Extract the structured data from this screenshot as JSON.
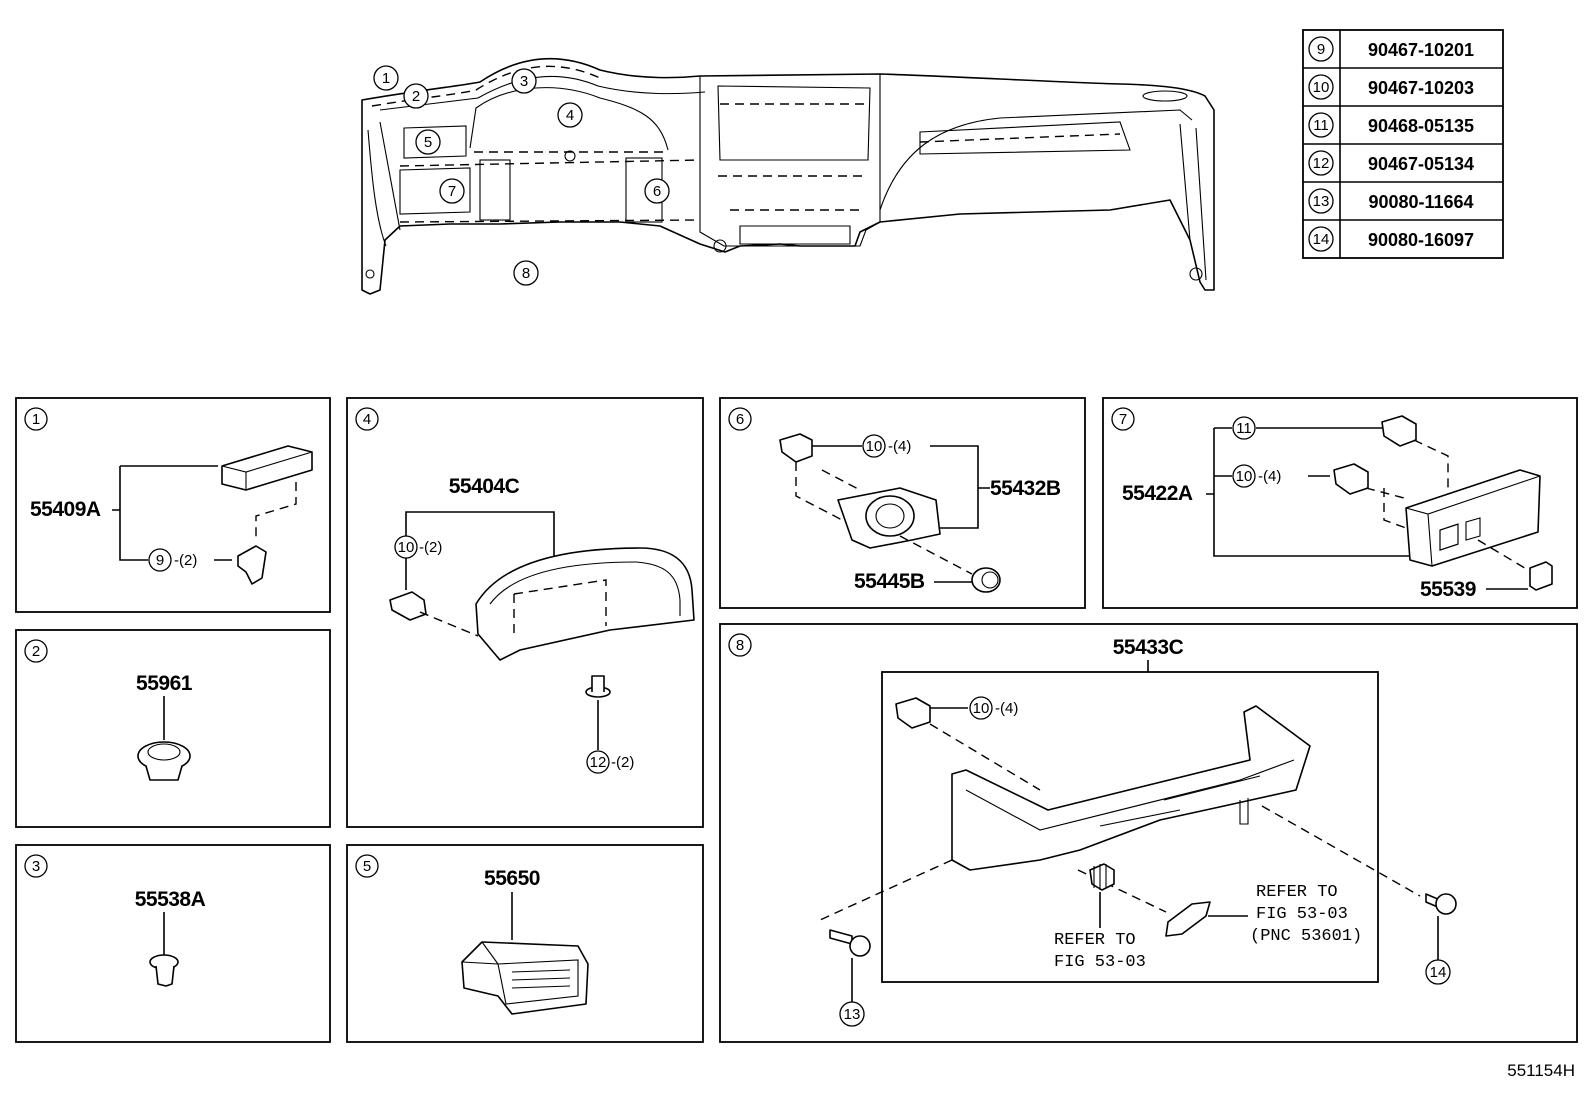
{
  "callouts": [
    "1",
    "2",
    "3",
    "4",
    "5",
    "6",
    "7",
    "8"
  ],
  "fastener_table": [
    {
      "ref": "9",
      "part_no": "90467-10201"
    },
    {
      "ref": "10",
      "part_no": "90467-10203"
    },
    {
      "ref": "11",
      "part_no": "90468-05135"
    },
    {
      "ref": "12",
      "part_no": "90467-05134"
    },
    {
      "ref": "13",
      "part_no": "90080-11664"
    },
    {
      "ref": "14",
      "part_no": "90080-16097"
    }
  ],
  "panels": {
    "p1": {
      "num": "1",
      "part": "55409A",
      "sub_ref": "9",
      "sub_qty": "-(2)"
    },
    "p2": {
      "num": "2",
      "part": "55961"
    },
    "p3": {
      "num": "3",
      "part": "55538A"
    },
    "p4": {
      "num": "4",
      "part": "55404C",
      "sub_ref": "10",
      "sub_qty": "-(2)",
      "screw_ref": "12",
      "screw_qty": "-(2)"
    },
    "p5": {
      "num": "5",
      "part": "55650"
    },
    "p6": {
      "num": "6",
      "part": "55432B",
      "sub_ref": "10",
      "sub_qty": "-(4)",
      "part2": "55445B"
    },
    "p7": {
      "num": "7",
      "part": "55422A",
      "sub_ref1": "11",
      "sub_ref2": "10",
      "sub_qty": "-(4)",
      "part2": "55539"
    },
    "p8": {
      "num": "8",
      "part": "55433C",
      "sub_ref": "10",
      "sub_qty": "-(4)",
      "refer1": [
        "REFER TO",
        "FIG 53-03"
      ],
      "refer2": [
        "REFER TO",
        "FIG 53-03",
        "(PNC 53601)"
      ],
      "bolt_left": "13",
      "bolt_right": "14"
    }
  },
  "figure_id": "551154H"
}
